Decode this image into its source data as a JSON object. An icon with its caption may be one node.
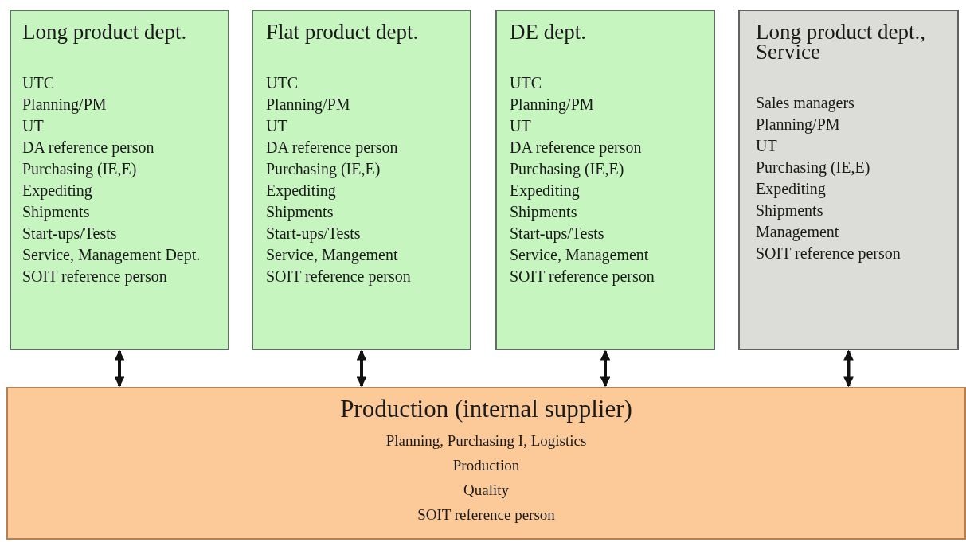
{
  "diagram": {
    "nodes": [
      {
        "text": [
          "Long product dept.",
          "UTC",
          "Planning/PM",
          "UT",
          "DA reference person",
          "Purchasing (IE,E)",
          "Expediting",
          "Shipments",
          "Start-ups/Tests",
          "Service, Management Dept.",
          "SOIT reference person"
        ]
      },
      {
        "text": [
          "Flat product dept.",
          "UTC",
          "Planning/PM",
          "UT",
          "DA reference person",
          "Purchasing (IE,E)",
          "Expediting",
          "Shipments",
          "Start-ups/Tests",
          "Service, Mangement",
          "SOIT reference person"
        ]
      },
      {
        "text": [
          "DE dept.",
          "UTC",
          "Planning/PM",
          "UT",
          "DA reference person",
          "Purchasing (IE,E)",
          "Expediting",
          "Shipments",
          "Start-ups/Tests",
          "Service, Management",
          "SOIT reference person"
        ]
      },
      {
        "text": [
          "Long product dept., Service",
          "Sales managers",
          "Planning/PM",
          "UT",
          "Purchasing (IE,E)",
          "Expediting",
          "Shipments",
          "Management",
          "SOIT reference person"
        ]
      },
      {
        "text": [
          "Production (internal supplier)",
          "Planning, Purchasing I, Logistics",
          "Production",
          "Quality",
          "SOIT reference person"
        ]
      }
    ],
    "edges": [
      {
        "from": 0,
        "to": 4,
        "arrow": "both"
      },
      {
        "from": 1,
        "to": 4,
        "arrow": "both"
      },
      {
        "from": 2,
        "to": 4,
        "arrow": "both"
      },
      {
        "from": 3,
        "to": 4,
        "arrow": "both"
      }
    ]
  }
}
